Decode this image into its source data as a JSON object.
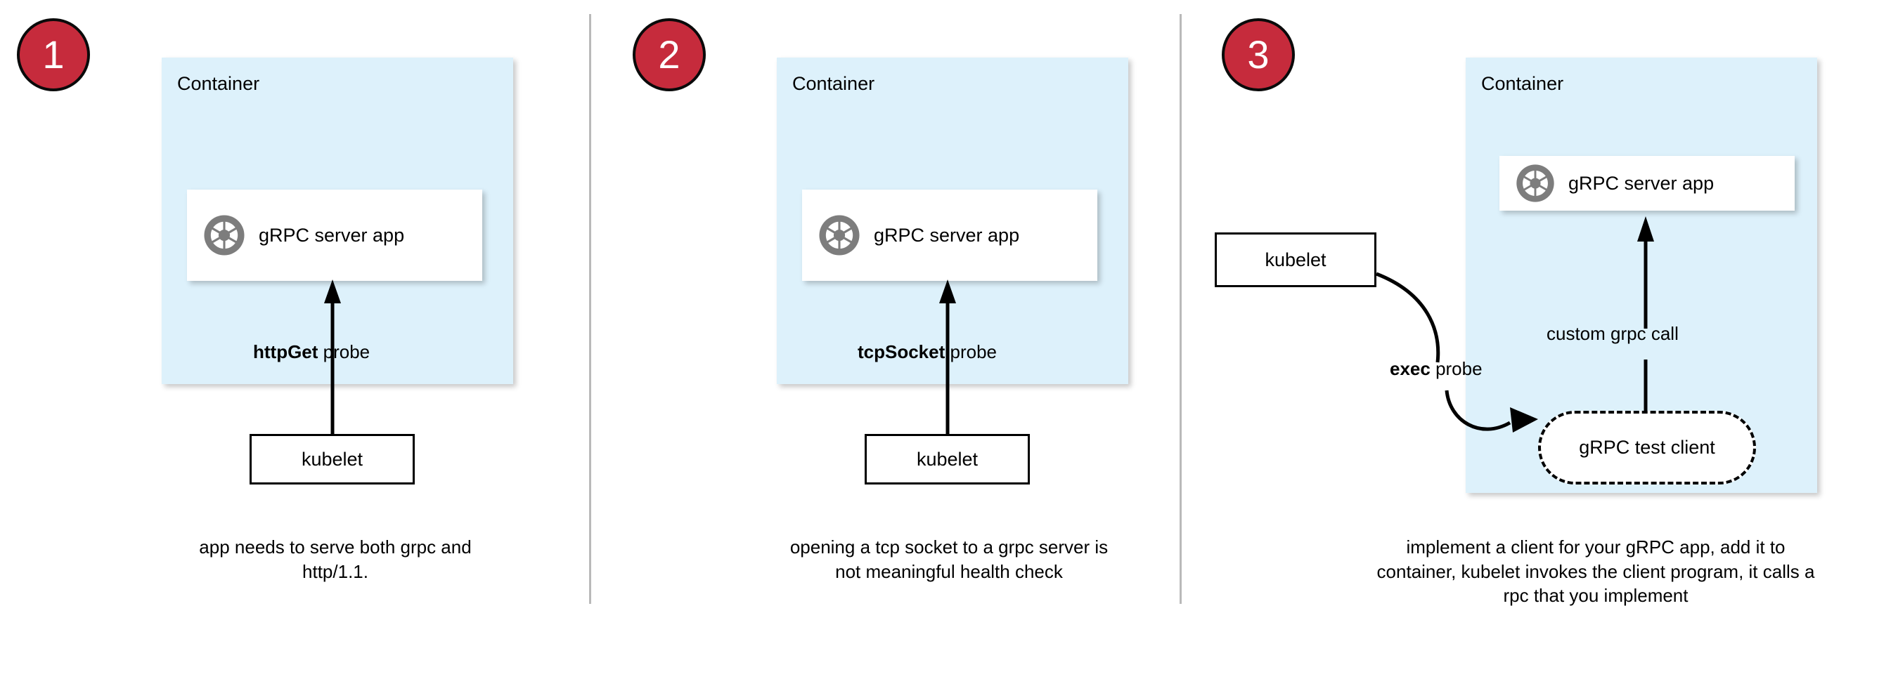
{
  "diagram": {
    "title": "Kubernetes gRPC health probe approaches",
    "colors": {
      "badge_fill": "#c62b3c",
      "badge_border": "#0a0a0a",
      "badge_text": "#ffffff",
      "container_fill": "#ddf1fb",
      "card_fill": "#ffffff",
      "icon_gray": "#7d7d7d",
      "divider_gray": "#b9b9b9",
      "stroke_black": "#000000"
    },
    "icon_names": {
      "grpc_app": "grpc-aperture-icon"
    }
  },
  "panels": [
    {
      "number": "1",
      "container_label": "Container",
      "app_label": "gRPC server app",
      "probe_label_bold": "httpGet",
      "probe_label_rest": " probe",
      "kubelet_label": "kubelet",
      "caption": "app needs to serve both grpc and http/1.1."
    },
    {
      "number": "2",
      "container_label": "Container",
      "app_label": "gRPC server app",
      "probe_label_bold": "tcpSocket",
      "probe_label_rest": " probe",
      "kubelet_label": "kubelet",
      "caption": "opening a tcp socket to a grpc server is not meaningful health check"
    },
    {
      "number": "3",
      "container_label": "Container",
      "app_label": "gRPC server app",
      "probe_label_bold": "exec",
      "probe_label_rest": " probe",
      "kubelet_label": "kubelet",
      "call_label": "custom grpc call",
      "test_client_label": "gRPC test client",
      "caption": "implement a client for your gRPC app, add it to container, kubelet invokes the client program, it calls a rpc that you implement"
    }
  ]
}
